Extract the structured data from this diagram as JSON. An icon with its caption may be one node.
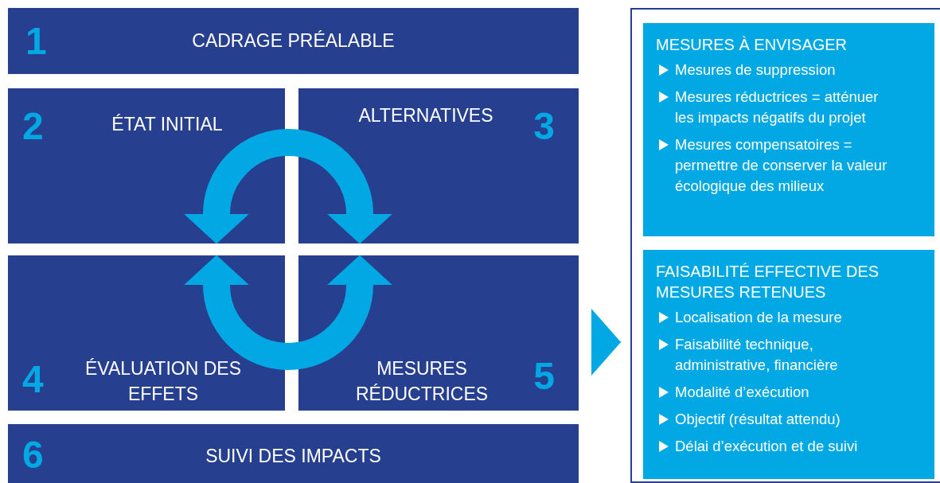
{
  "diagram": {
    "nodes": [
      {
        "text": [
          "1",
          "CADRAGE PRÉALABLE"
        ]
      },
      {
        "text": [
          "2",
          "ÉTAT INITIAL"
        ]
      },
      {
        "text": [
          "ALTERNATIVES",
          "3"
        ]
      },
      {
        "text": [
          "4",
          "ÉVALUATION DES EFFETS"
        ]
      },
      {
        "text": [
          "MESURES RÉDUCTRICES",
          "5"
        ]
      },
      {
        "text": [
          "6",
          "SUIVI DES IMPACTS"
        ]
      },
      {
        "text": [],
        "shape": "box"
      },
      {
        "text": [
          "MESURES À ENVISAGER",
          "Mesures de suppression",
          "Mesures réductrices = atténuer les impacts négatifs du projet",
          "Mesures compensatoires = permettre de conserver la valeur écologique des milieux"
        ],
        "in": 6
      },
      {
        "text": [
          "FAISABILITÉ EFFECTIVE DES MESURES RETENUES",
          "Localisation de la mesure",
          "Faisabilité technique, administrative, financière",
          "Modalité d’exécution",
          "Objectif (résultat attendu)",
          "Délai d’exécution et de suivi"
        ],
        "in": 6
      }
    ],
    "edges": [
      {
        "from": 1,
        "to": 2,
        "arrow": "both"
      },
      {
        "from": 3,
        "to": 4,
        "arrow": "both"
      },
      {
        "from": null,
        "to": 6,
        "arrow": "to"
      }
    ]
  }
}
